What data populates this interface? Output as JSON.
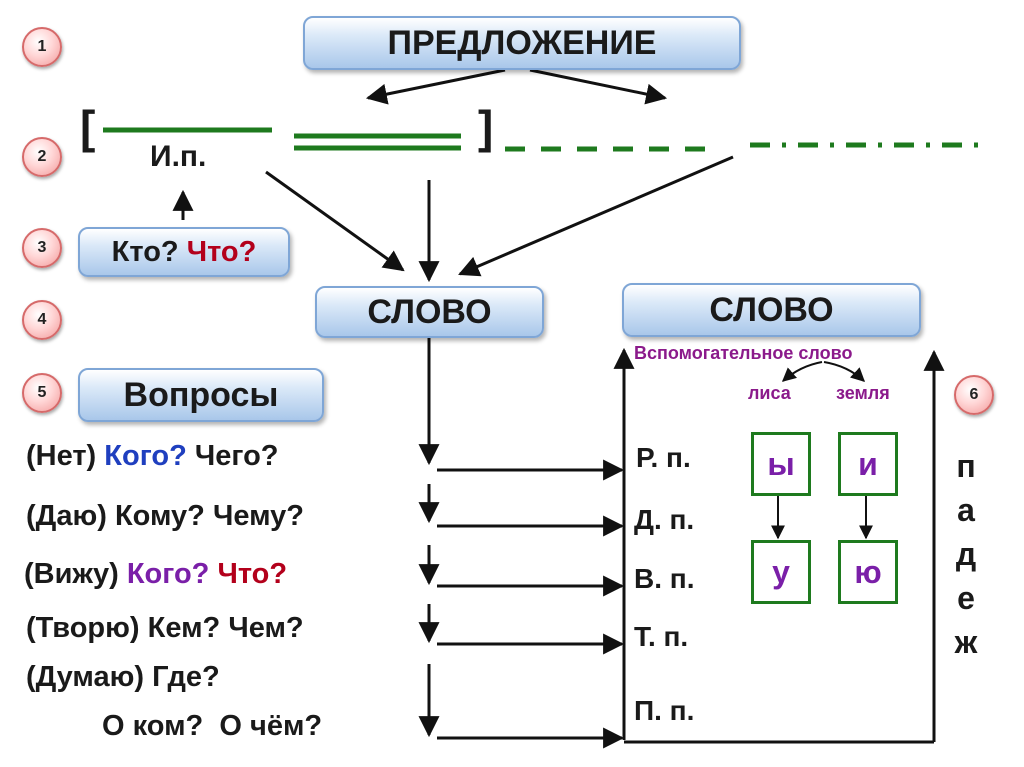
{
  "steps": [
    "1",
    "2",
    "3",
    "4",
    "5",
    "6"
  ],
  "top": {
    "sentence": "ПРЕДЛОЖЕНИЕ"
  },
  "scheme": {
    "open_bracket": "[",
    "close_bracket": "]",
    "subject_case": "И.п."
  },
  "subject_question": {
    "who": "Кто?",
    "what": "Что?"
  },
  "word_left": "СЛОВО",
  "word_right": "СЛОВО",
  "questions_label": "Вопросы",
  "question_rows": [
    {
      "verb": "(Нет)",
      "q1": "Кого?",
      "q2": "Чего?"
    },
    {
      "verb": "(Даю)",
      "q1": "Кому?",
      "q2": "Чему?"
    },
    {
      "verb": "(Вижу)",
      "q1": "Кого?",
      "q2": "Что?"
    },
    {
      "verb": "(Творю)",
      "q1": "Кем?",
      "q2": "Чем?"
    },
    {
      "verb": "(Думаю)",
      "q1": "Где?",
      "q2": ""
    },
    {
      "verb": "",
      "q1": "О ком?",
      "q2": "О чём?"
    }
  ],
  "cases": [
    "Р. п.",
    "Д. п.",
    "В. п.",
    "Т. п.",
    "П. п."
  ],
  "helper": {
    "title": "Вспомогательное слово",
    "word1": "лиса",
    "word2": "земля"
  },
  "endings": {
    "r1": "ы",
    "r2": "и",
    "d1": "у",
    "d2": "ю"
  },
  "vertical_word": [
    "п",
    "а",
    "д",
    "е",
    "ж"
  ],
  "colors": {
    "green": "#1e7a1e",
    "blue": "#1f3fbf",
    "purple": "#7a1fa8",
    "red": "#b3001b",
    "helper": "#8b1a8b"
  }
}
